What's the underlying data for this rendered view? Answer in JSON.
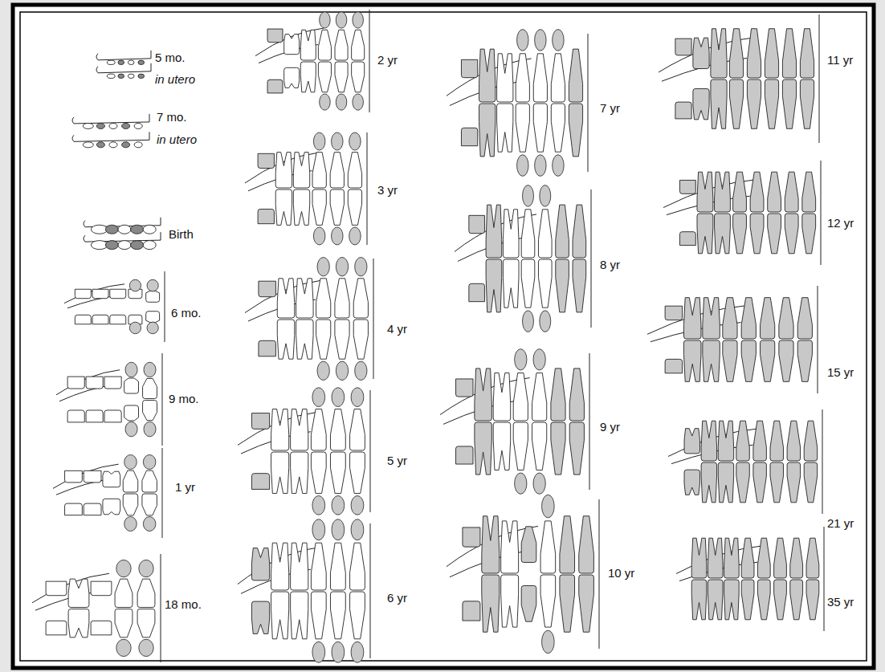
{
  "diagram": {
    "labels": [
      "5 mo.",
      "in utero",
      "7 mo.",
      "in utero",
      "Birth",
      "6 mo.",
      "9 mo.",
      "1 yr",
      "18 mo.",
      "2 yr",
      "3 yr",
      "4 yr",
      "5 yr",
      "6 yr",
      "7 yr",
      "8 yr",
      "9 yr",
      "10 yr",
      "11 yr",
      "12 yr",
      "15 yr",
      "21 yr",
      "35 yr"
    ]
  }
}
